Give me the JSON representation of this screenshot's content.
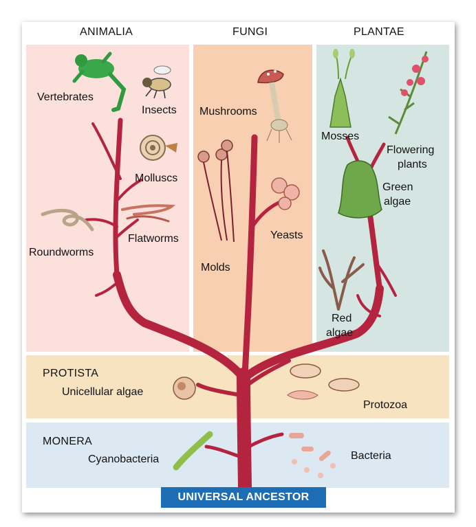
{
  "kingdoms": {
    "animalia": "ANIMALIA",
    "fungi": "FUNGI",
    "plantae": "PLANTAE",
    "protista": "PROTISTA",
    "monera": "MONERA"
  },
  "organisms": {
    "vertebrates": "Vertebrates",
    "insects": "Insects",
    "molluscs": "Molluscs",
    "roundworms": "Roundworms",
    "flatworms": "Flatworms",
    "mushrooms": "Mushrooms",
    "molds": "Molds",
    "yeasts": "Yeasts",
    "mosses": "Mosses",
    "flowering_plants_line1": "Flowering",
    "flowering_plants_line2": "plants",
    "green_algae_line1": "Green",
    "green_algae_line2": "algae",
    "red_algae_line1": "Red",
    "red_algae_line2": "algae",
    "unicellular_algae": "Unicellular algae",
    "protozoa": "Protozoa",
    "cyanobacteria": "Cyanobacteria",
    "bacteria": "Bacteria"
  },
  "root_label": "UNIVERSAL ANCESTOR",
  "colors": {
    "tree": "#b5243f",
    "animalia_bg": "#fbe0db",
    "fungi_bg": "#f8cfb0",
    "plantae_bg": "#d5e6e2",
    "protista_bg": "#f7e3bf",
    "monera_bg": "#dce8f2",
    "ancestor_bg": "#1d6db5"
  }
}
